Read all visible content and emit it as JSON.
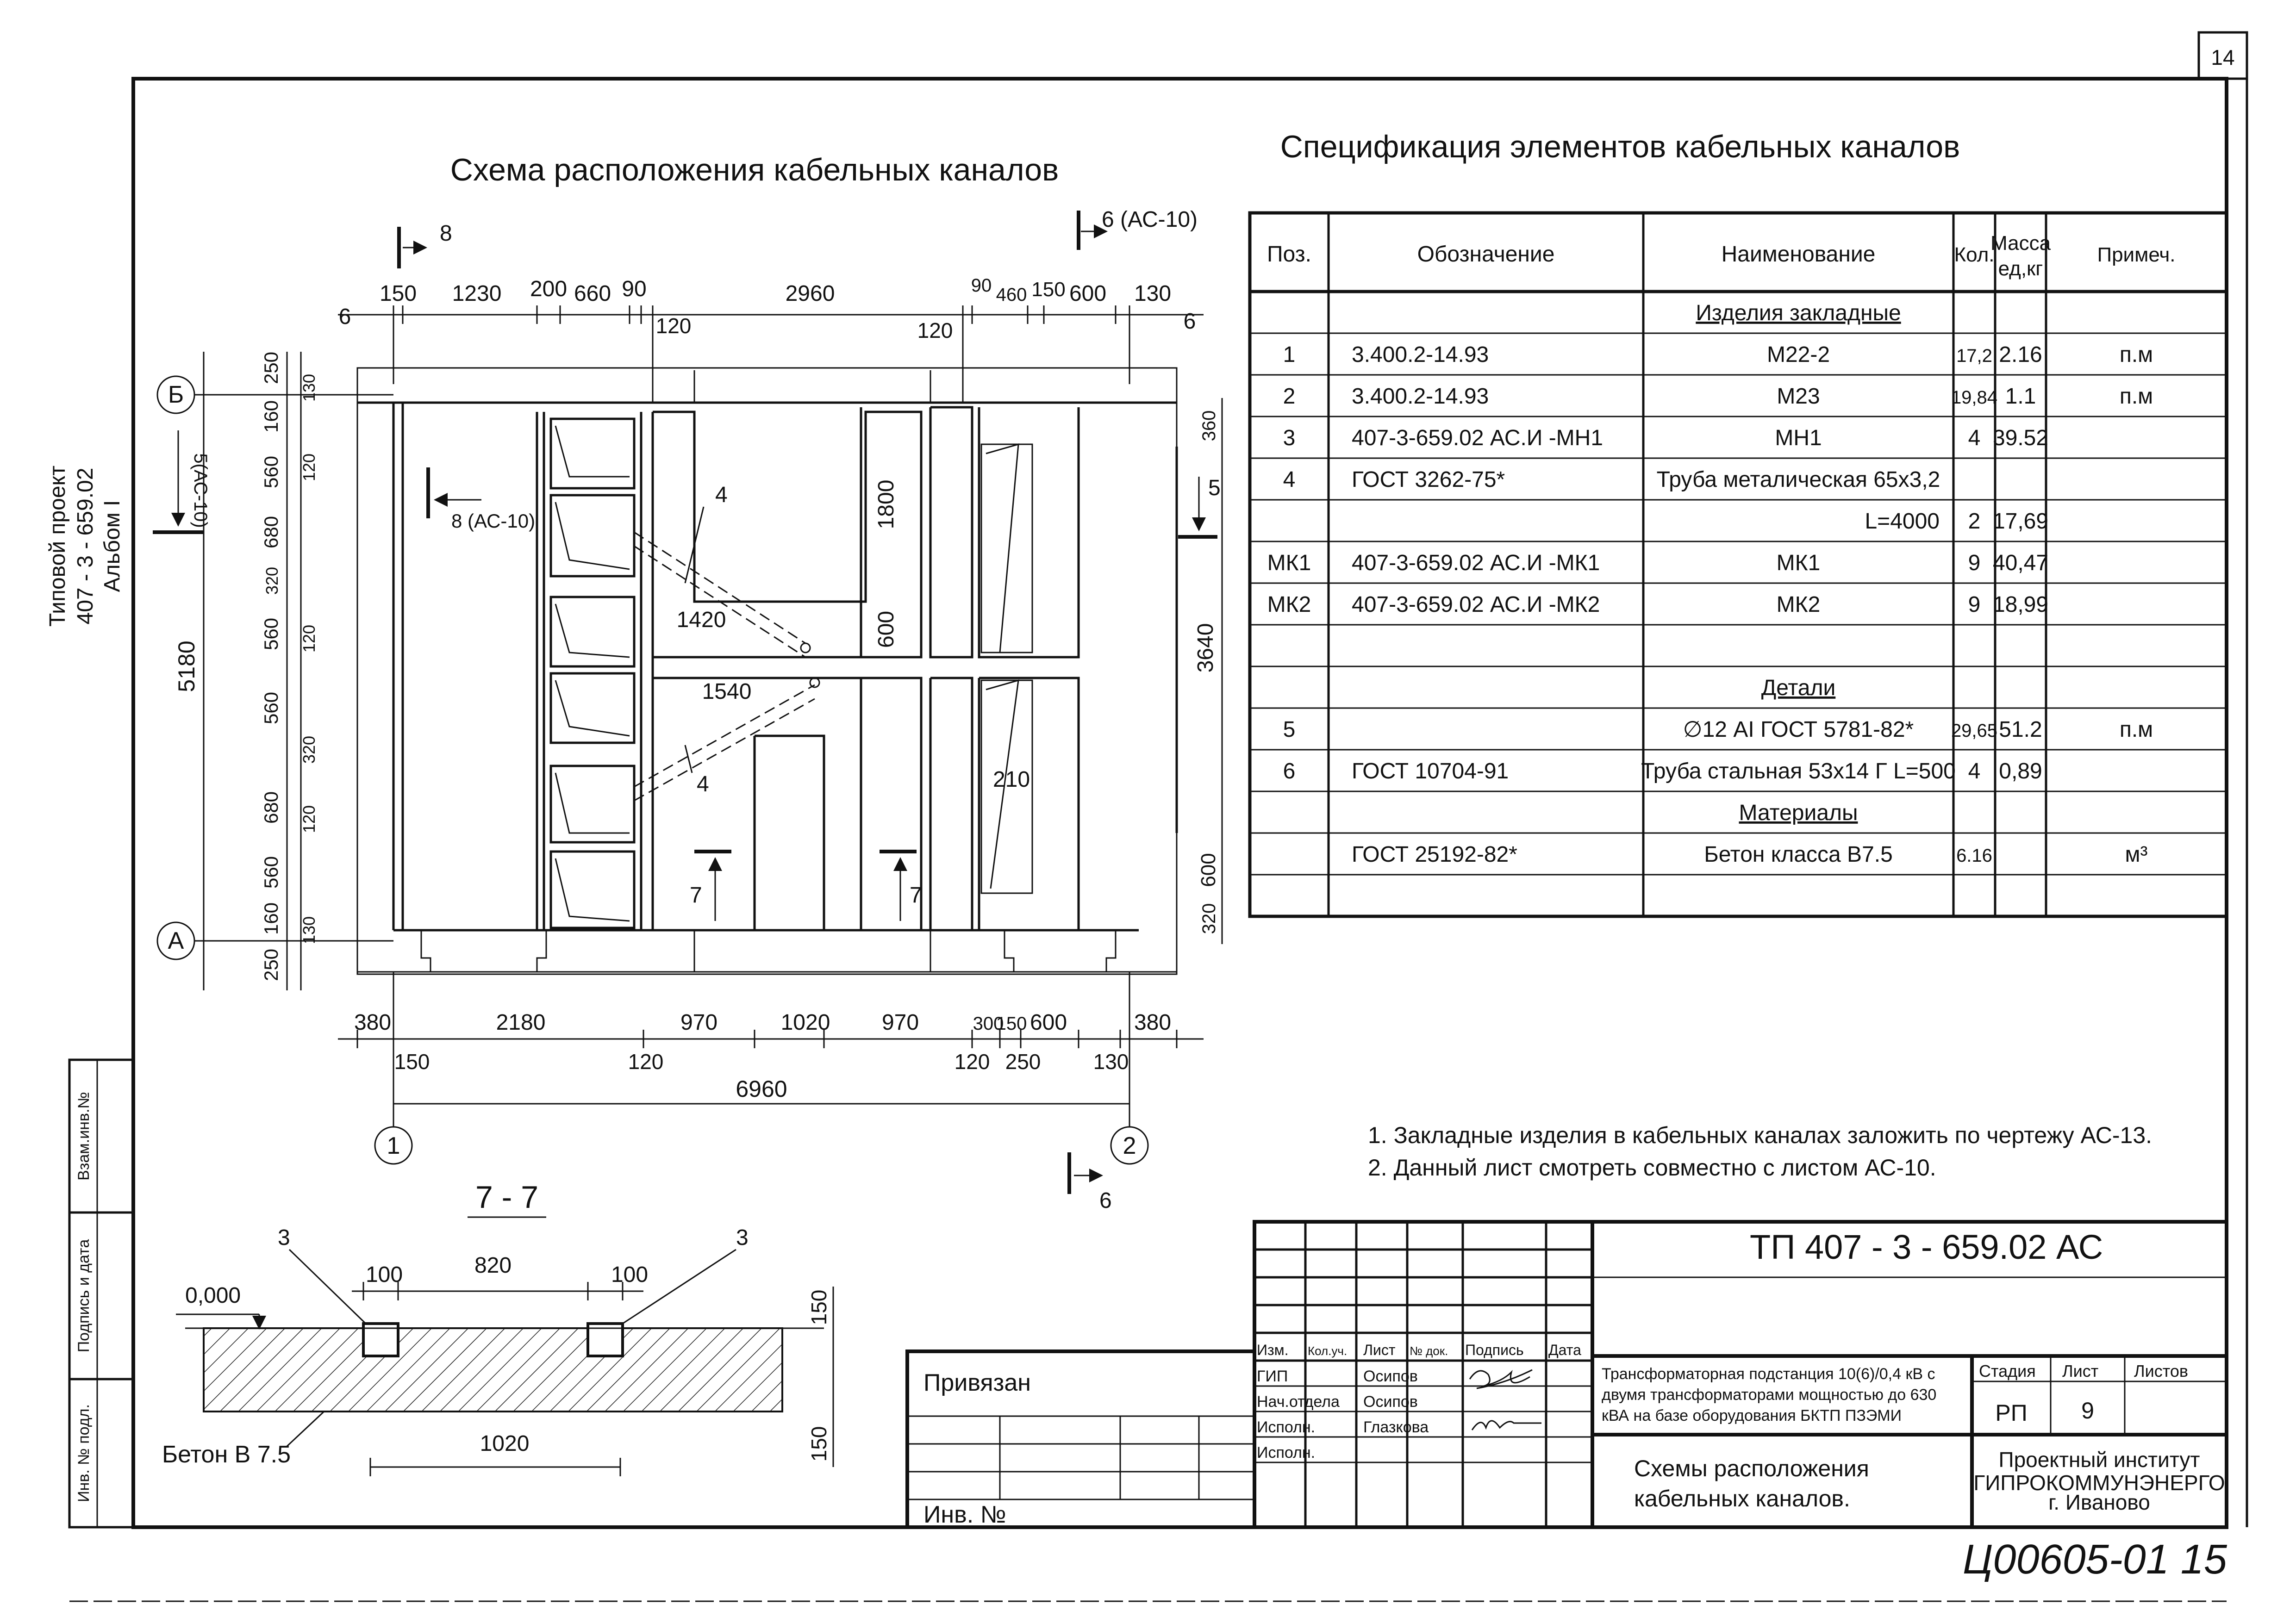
{
  "sheet_number": "14",
  "stamp_handwritten": "Ц00605-01   15",
  "left_margin": {
    "project_line1": "Типовой проект",
    "project_line2": "407 - 3 - 659.02",
    "project_line3": "Альбом I",
    "field_vzam": "Взам.инв.№",
    "field_podpis": "Подпись и дата",
    "field_inv": "Инв. № подл."
  },
  "plan": {
    "title": "Схема расположения кабельных каналов",
    "section_8": "8",
    "section_6_ac10": "6 (АС-10)",
    "section_8_ac10": "8 (АС-10)",
    "section_5_ac10": "5(АС-10)",
    "section_5": "5",
    "section_7": "7",
    "section_6": "6",
    "axis_B": "Б",
    "axis_A": "А",
    "axis_1": "1",
    "axis_2": "2",
    "top_dims": [
      "150",
      "1230",
      "200",
      "660",
      "90",
      "2960",
      "90",
      "460",
      "150",
      "600",
      "130"
    ],
    "top_dims_inner": [
      "120",
      "120"
    ],
    "bottom_dims": [
      "380",
      "2180",
      "970",
      "1020",
      "970",
      "300",
      "150",
      "600",
      "380"
    ],
    "bottom_dims2": [
      "150",
      "120",
      "120",
      "250",
      "130"
    ],
    "total_dim": "6960",
    "left_dims": [
      "250",
      "130",
      "160",
      "560",
      "120",
      "680",
      "320",
      "560",
      "120",
      "560",
      "320",
      "680",
      "120",
      "560",
      "160",
      "130",
      "250"
    ],
    "left_total": "5180",
    "right_dims": [
      "360",
      "3640",
      "600",
      "320"
    ],
    "inner_dims": [
      "1800",
      "600",
      "1420",
      "1540",
      "210"
    ],
    "callout_4": "4",
    "callout_6": "6"
  },
  "section77": {
    "title": "7 - 7",
    "callout_3": "3",
    "level": "0,000",
    "dims_top": [
      "100",
      "820",
      "100"
    ],
    "dim_bottom": "1020",
    "dims_right": [
      "150",
      "150"
    ],
    "concrete": "Бетон В 7.5"
  },
  "spec": {
    "title": "Спецификация элементов кабельных каналов",
    "headers": [
      "Поз.",
      "Обозначение",
      "Наименование",
      "Кол.",
      "Масса ед,кг",
      "Примеч."
    ],
    "rows": [
      {
        "pos": "",
        "code": "",
        "name": "Изделия закладные",
        "qty": "",
        "mass": "",
        "note": "",
        "heading": true
      },
      {
        "pos": "1",
        "code": "3.400.2-14.93",
        "name": "М22-2",
        "qty": "17,2",
        "mass": "2.16",
        "note": "п.м"
      },
      {
        "pos": "2",
        "code": "3.400.2-14.93",
        "name": "М23",
        "qty": "19,84",
        "mass": "1.1",
        "note": "п.м"
      },
      {
        "pos": "3",
        "code": "407-3-659.02   АС.И -МН1",
        "name": "МН1",
        "qty": "4",
        "mass": "39.52",
        "note": ""
      },
      {
        "pos": "4",
        "code": "ГОСТ 3262-75*",
        "name": "Труба металическая 65х3,2",
        "qty": "",
        "mass": "",
        "note": ""
      },
      {
        "pos": "",
        "code": "",
        "name": "L=4000",
        "qty": "2",
        "mass": "17,69",
        "note": ""
      },
      {
        "pos": "МК1",
        "code": "407-3-659.02   АС.И -МК1",
        "name": "МК1",
        "qty": "9",
        "mass": "40,47",
        "note": ""
      },
      {
        "pos": "МК2",
        "code": "407-3-659.02   АС.И -МК2",
        "name": "МК2",
        "qty": "9",
        "mass": "18,99",
        "note": ""
      },
      {
        "pos": "",
        "code": "",
        "name": "",
        "qty": "",
        "mass": "",
        "note": ""
      },
      {
        "pos": "",
        "code": "",
        "name": "Детали",
        "qty": "",
        "mass": "",
        "note": "",
        "heading": true
      },
      {
        "pos": "5",
        "code": "",
        "name": "∅12 АI ГОСТ 5781-82*",
        "qty": "29,65",
        "mass": "51.2",
        "note": "п.м"
      },
      {
        "pos": "6",
        "code": "ГОСТ 10704-91",
        "name": "Труба стальная 53х14 Г  L=500",
        "qty": "4",
        "mass": "0,89",
        "note": ""
      },
      {
        "pos": "",
        "code": "",
        "name": "Материалы",
        "qty": "",
        "mass": "",
        "note": "",
        "heading": true
      },
      {
        "pos": "",
        "code": "ГОСТ 25192-82*",
        "name": "Бетон класса В7.5",
        "qty": "6.16",
        "mass": "",
        "note": "м³"
      },
      {
        "pos": "",
        "code": "",
        "name": "",
        "qty": "",
        "mass": "",
        "note": ""
      }
    ]
  },
  "notes": [
    "1. Закладные изделия в кабельных каналах заложить по чертежу АС-13.",
    "2. Данный лист смотреть совместно с листом  АС-10."
  ],
  "title_block": {
    "doc_code": "ТП    407 - 3 - 659.02     АС",
    "privyazan": "Привязан",
    "inv_no": "Инв. №",
    "cols": [
      "Изм.",
      "Кол.уч.",
      "Лист",
      "№ док.",
      "Подпись",
      "Дата"
    ],
    "roles": [
      "ГИП",
      "Нач.отдела",
      "Исполн.",
      "Исполн."
    ],
    "names": [
      "Осипов",
      "Осипов",
      "Глазкова",
      ""
    ],
    "object_text": [
      "Трансформаторная подстанция 10(6)/0,4 кВ с",
      "двумя трансформаторами мощностью до 630",
      "кВА на базе оборудования БКТП ПЗЭМИ"
    ],
    "sheet_title": [
      "Схемы расположения",
      "кабельных каналов."
    ],
    "stage_label": "Стадия",
    "sheet_label": "Лист",
    "sheets_label": "Листов",
    "stage": "РП",
    "sheet": "9",
    "org": [
      "Проектный институт",
      "ГИПРОКОММУНЭНЕРГО",
      "г. Иваново"
    ]
  }
}
